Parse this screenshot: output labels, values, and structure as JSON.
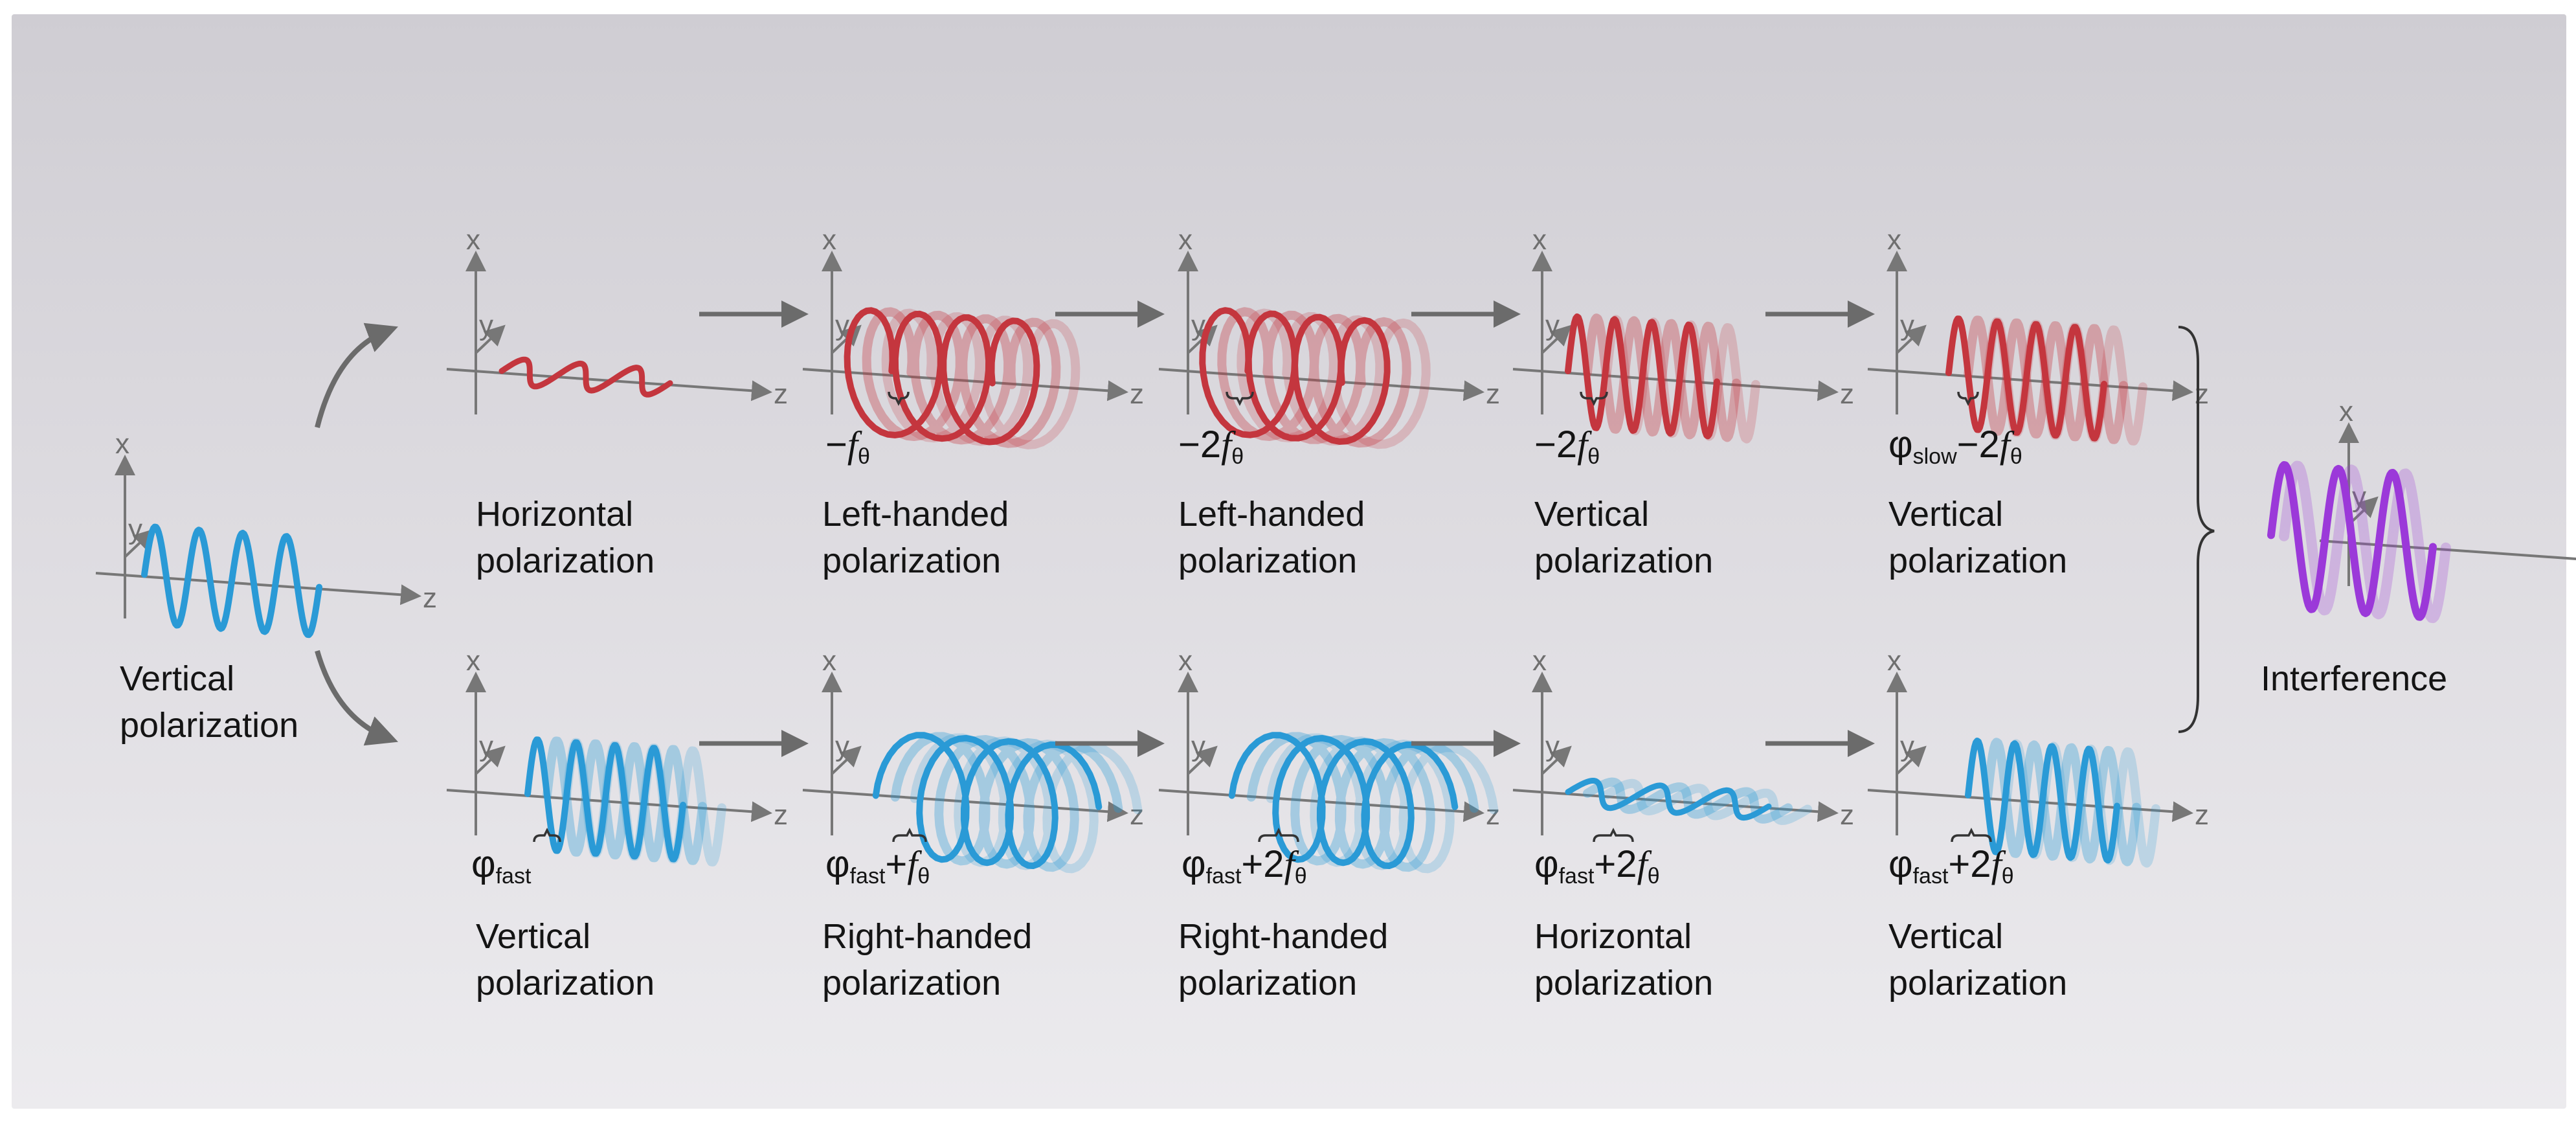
{
  "colors": {
    "red_wave": "#c4363e",
    "blue_wave": "#2a9ad6",
    "purple_wave": "#9b39d9",
    "axis": "#777777",
    "arrow": "#6b6b6b"
  },
  "axis_labels": {
    "x": "x",
    "y": "y",
    "z": "z"
  },
  "input": {
    "caption_line1": "Vertical",
    "caption_line2": "polarization"
  },
  "output": {
    "caption": "Interference"
  },
  "top_row": [
    {
      "line1": "Horizontal",
      "line2": "polarization",
      "symbol": null
    },
    {
      "line1": "Left-handed",
      "line2": "polarization",
      "symbol": {
        "phi": "",
        "sub": "",
        "rest": "−",
        "f": "f",
        "theta": "θ"
      }
    },
    {
      "line1": "Left-handed",
      "line2": "polarization",
      "symbol": {
        "phi": "",
        "sub": "",
        "rest": "−2",
        "f": "f",
        "theta": "θ"
      }
    },
    {
      "line1": "Vertical",
      "line2": "polarization",
      "symbol": {
        "phi": "",
        "sub": "",
        "rest": "−2",
        "f": "f",
        "theta": "θ"
      }
    },
    {
      "line1": "Vertical",
      "line2": "polarization",
      "symbol": {
        "phi": "φ",
        "sub": "slow",
        "rest": "−2",
        "f": "f",
        "theta": "θ"
      }
    }
  ],
  "bottom_row": [
    {
      "line1": "Vertical",
      "line2": "polarization",
      "symbol": {
        "phi": "φ",
        "sub": "fast",
        "rest": "",
        "f": "",
        "theta": ""
      }
    },
    {
      "line1": "Right-handed",
      "line2": "polarization",
      "symbol": {
        "phi": "φ",
        "sub": "fast",
        "rest": "+",
        "f": "f",
        "theta": "θ"
      }
    },
    {
      "line1": "Right-handed",
      "line2": "polarization",
      "symbol": {
        "phi": "φ",
        "sub": "fast",
        "rest": "+2",
        "f": "f",
        "theta": "θ"
      }
    },
    {
      "line1": "Horizontal",
      "line2": "polarization",
      "symbol": {
        "phi": "φ",
        "sub": "fast",
        "rest": "+2",
        "f": "f",
        "theta": "θ"
      }
    },
    {
      "line1": "Vertical",
      "line2": "polarization",
      "symbol": {
        "phi": "φ",
        "sub": "fast",
        "rest": "+2",
        "f": "f",
        "theta": "θ"
      }
    }
  ]
}
